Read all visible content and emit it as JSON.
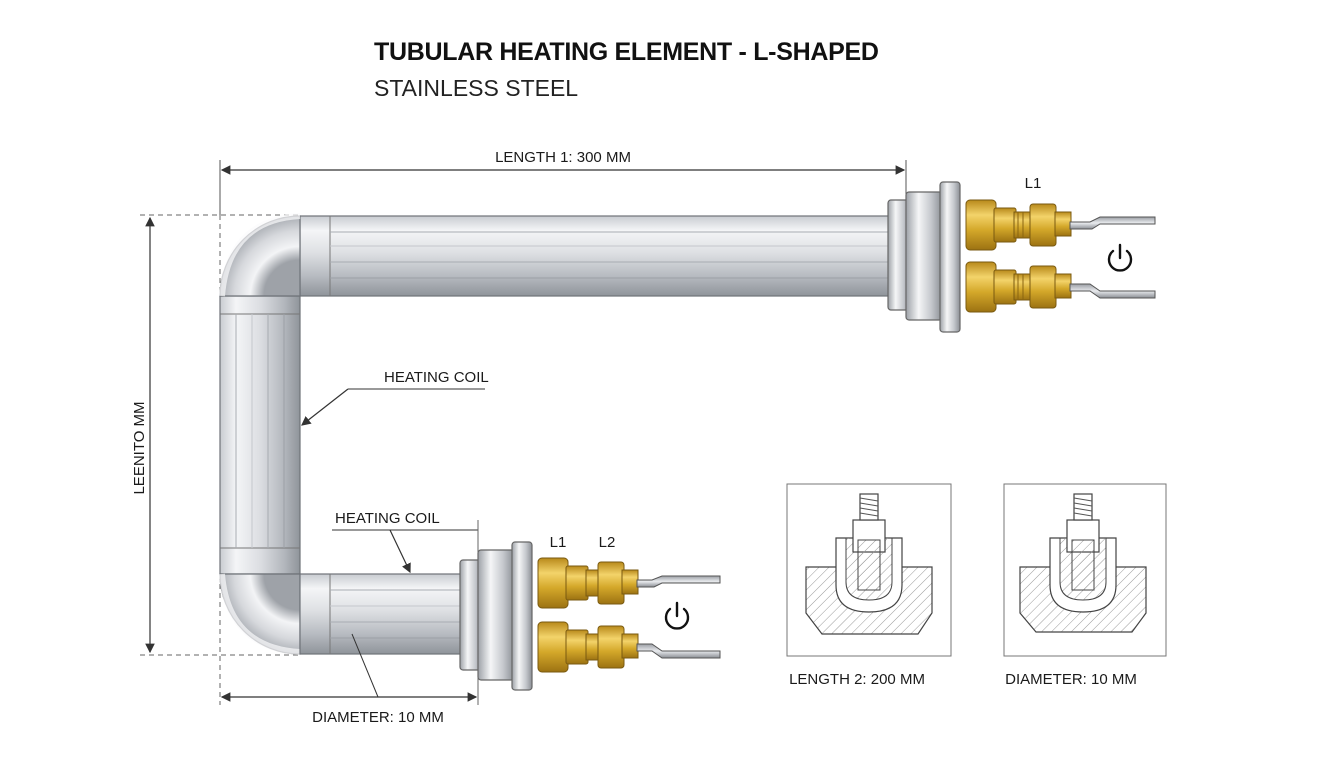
{
  "title": "TUBULAR HEATING ELEMENT - L-SHAPED",
  "subtitle": "STAINLESS STEEL",
  "labels": {
    "length1": "LENGTH 1: 300 MM",
    "vertical_length": "LEENITO MM",
    "heating_coil_upper": "HEATING COIL",
    "heating_coil_lower": "HEATING COIL",
    "diameter_bottom": "DIAMETER: 10 MM",
    "terminal_top_l1": "L1",
    "terminal_bottom_l1": "L1",
    "terminal_bottom_l2": "L2",
    "detail1_caption": "LENGTH 2: 200 MM",
    "detail2_caption": "DIAMETER: 10 MM"
  },
  "colors": {
    "steel_light": "#f2f3f5",
    "steel_dark": "#8a8e94",
    "brass": "#d4a82a",
    "line": "#333333"
  },
  "icons": [
    "power-icon",
    "power-icon"
  ]
}
